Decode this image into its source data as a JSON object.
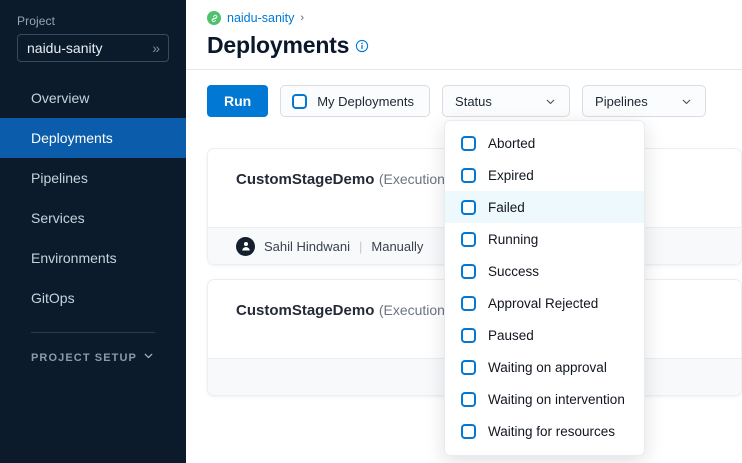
{
  "sidebar": {
    "project_label": "Project",
    "project_value": "naidu-sanity",
    "expand_icon": "chevron-double-right-icon",
    "items": [
      {
        "label": "Overview",
        "active": false
      },
      {
        "label": "Deployments",
        "active": true
      },
      {
        "label": "Pipelines",
        "active": false
      },
      {
        "label": "Services",
        "active": false
      },
      {
        "label": "Environments",
        "active": false
      },
      {
        "label": "GitOps",
        "active": false
      }
    ],
    "setup_label": "PROJECT SETUP",
    "setup_icon": "chevron-down-icon"
  },
  "header": {
    "breadcrumb_icon": "project-link-icon",
    "breadcrumb_label": "naidu-sanity",
    "breadcrumb_separator": "›",
    "title": "Deployments",
    "info_icon": "info-circle-icon"
  },
  "toolbar": {
    "run_label": "Run",
    "my_deployments_label": "My Deployments",
    "my_deployments_checked": false,
    "status_label": "Status",
    "pipelines_label": "Pipelines",
    "chevron_icon": "chevron-down-icon"
  },
  "status_dropdown": {
    "open": true,
    "options": [
      {
        "label": "Aborted",
        "checked": false,
        "hovered": false
      },
      {
        "label": "Expired",
        "checked": false,
        "hovered": false
      },
      {
        "label": "Failed",
        "checked": false,
        "hovered": true
      },
      {
        "label": "Running",
        "checked": false,
        "hovered": false
      },
      {
        "label": "Success",
        "checked": false,
        "hovered": false
      },
      {
        "label": "Approval Rejected",
        "checked": false,
        "hovered": false
      },
      {
        "label": "Paused",
        "checked": false,
        "hovered": false
      },
      {
        "label": "Waiting on approval",
        "checked": false,
        "hovered": false
      },
      {
        "label": "Waiting on intervention",
        "checked": false,
        "hovered": false
      },
      {
        "label": "Waiting for resources",
        "checked": false,
        "hovered": false
      }
    ]
  },
  "deployments": [
    {
      "name": "CustomStageDemo",
      "execution": "(Execution Id",
      "avatar_icon": "user-avatar-icon",
      "user": "Sahil Hindwani",
      "separator": "|",
      "trigger": "Manually"
    },
    {
      "name": "CustomStageDemo",
      "execution": "(Execution Id"
    }
  ],
  "colors": {
    "sidebar_bg": "#0b1b2b",
    "sidebar_active": "#0b5cab",
    "accent_blue": "#0278d5",
    "link_blue": "#0278d5",
    "repo_green": "#4dc26b",
    "hover_row": "#edf9fd"
  }
}
